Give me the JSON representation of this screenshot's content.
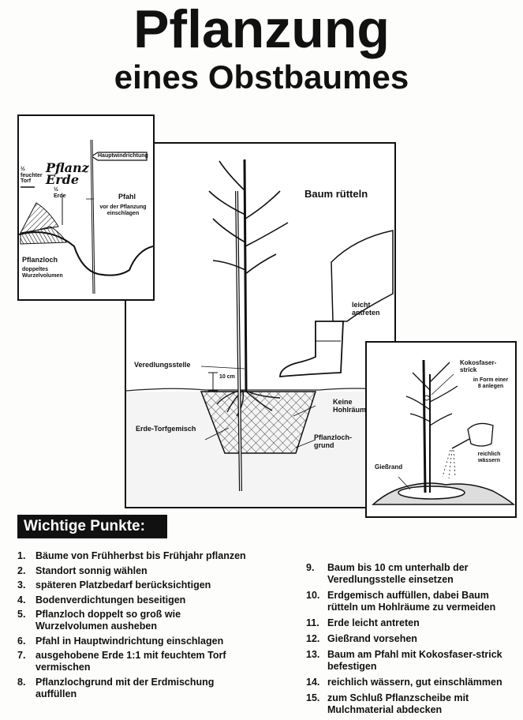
{
  "title": {
    "line1": "Pflanzung",
    "line2": "eines Obstbaumes"
  },
  "panel_left": {
    "arrow_label": "Hauptwindrichtung",
    "frac1_label": "½ feuchter Torf",
    "frac2_label": "½ Erde",
    "handwritten": "Pflanz Erde",
    "stake_label": "Pfahl",
    "stake_note": "vor der Pflanzung einschlagen",
    "hole_label": "Pflanzloch",
    "hole_note": "doppeltes Wurzelvolumen"
  },
  "panel_main": {
    "shake_label": "Baum rütteln",
    "tread_label": "leicht antreten",
    "graft_label": "Veredlungsstelle",
    "depth_label": "10 cm",
    "no_voids_label": "Keine Hohlräume",
    "mix_label": "Erde-Torfgemisch",
    "bottom_label": "Pflanzloch-grund"
  },
  "panel_right": {
    "rope_label": "Kokosfaser-strick",
    "rope_note": "in Form einer 8 anlegen",
    "water_label": "reichlich wässern",
    "rim_label": "Gießrand"
  },
  "points": {
    "heading": "Wichtige Punkte:",
    "left": [
      {
        "num": "1.",
        "text": "Bäume von Frühherbst bis Frühjahr pflanzen"
      },
      {
        "num": "2.",
        "text": "Standort sonnig wählen"
      },
      {
        "num": "3.",
        "text": "späteren Platzbedarf berücksichtigen"
      },
      {
        "num": "4.",
        "text": "Bodenverdichtungen beseitigen"
      },
      {
        "num": "5.",
        "text": "Pflanzloch doppelt so groß wie Wurzelvolumen ausheben"
      },
      {
        "num": "6.",
        "text": "Pfahl in Hauptwindrichtung einschlagen"
      },
      {
        "num": "7.",
        "text": "ausgehobene Erde 1:1 mit feuchtem Torf vermischen"
      },
      {
        "num": "8.",
        "text": "Pflanzlochgrund mit der Erdmischung auffüllen"
      }
    ],
    "right": [
      {
        "num": "9.",
        "text": "Baum bis 10 cm unterhalb der Veredlungsstelle einsetzen"
      },
      {
        "num": "10.",
        "text": "Erdgemisch auffüllen, dabei Baum rütteln um Hohlräume zu vermeiden"
      },
      {
        "num": "11.",
        "text": "Erde leicht antreten"
      },
      {
        "num": "12.",
        "text": "Gießrand vorsehen"
      },
      {
        "num": "13.",
        "text": "Baum am Pfahl mit Kokosfaser-strick befestigen"
      },
      {
        "num": "14.",
        "text": "reichlich wässern, gut einschlämmen"
      },
      {
        "num": "15.",
        "text": "zum Schluß Pflanzscheibe mit Mulchmaterial abdecken"
      }
    ]
  }
}
